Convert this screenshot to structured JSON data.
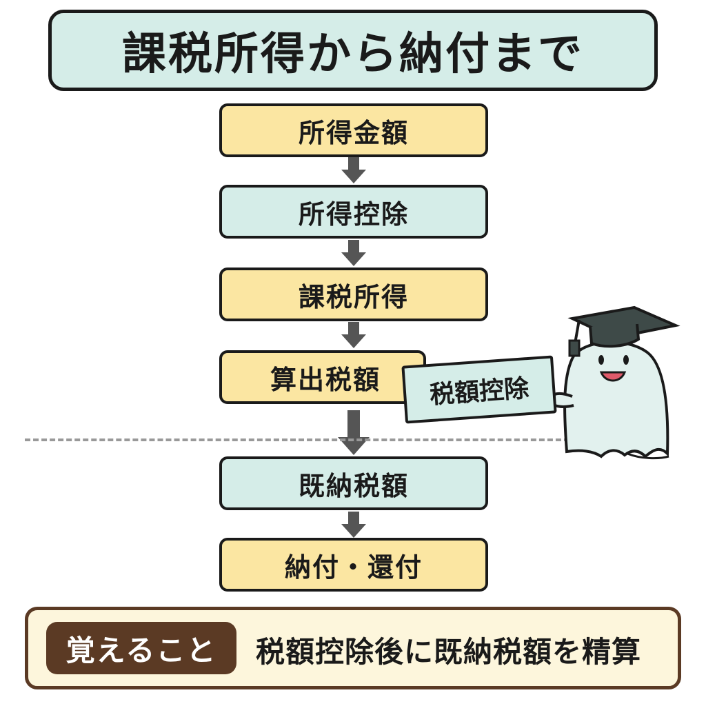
{
  "title": "課税所得から納付まで",
  "steps": [
    {
      "label": "所得金額"
    },
    {
      "label": "所得控除"
    },
    {
      "label": "課税所得"
    },
    {
      "label": "算出税額"
    },
    {
      "label": "既納税額"
    },
    {
      "label": "納付・還付"
    }
  ],
  "deduction_card": "税額控除",
  "bottom": {
    "badge": "覚えること",
    "text": "税額控除後に既納税額を精算"
  },
  "colors": {
    "teal": "#d5ede8",
    "yellow": "#fbe6a2",
    "brown": "#5b3a24",
    "arrow": "#555555"
  }
}
